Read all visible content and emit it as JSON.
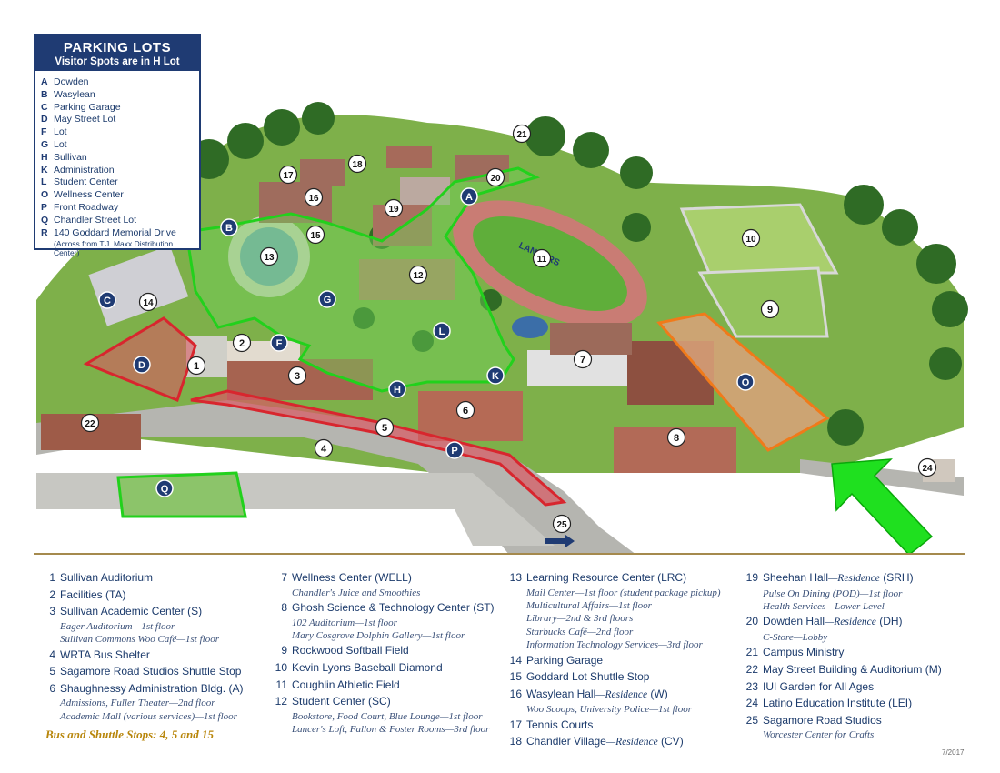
{
  "legend": {
    "title": "PARKING LOTS",
    "subtitle": "Visitor Spots are in H Lot",
    "lots": [
      {
        "letter": "A",
        "name": "Dowden"
      },
      {
        "letter": "B",
        "name": "Wasylean"
      },
      {
        "letter": "C",
        "name": "Parking Garage"
      },
      {
        "letter": "D",
        "name": "May Street Lot"
      },
      {
        "letter": "F",
        "name": "Lot"
      },
      {
        "letter": "G",
        "name": "Lot"
      },
      {
        "letter": "H",
        "name": "Sullivan"
      },
      {
        "letter": "K",
        "name": "Administration"
      },
      {
        "letter": "L",
        "name": "Student Center"
      },
      {
        "letter": "O",
        "name": "Wellness Center"
      },
      {
        "letter": "P",
        "name": "Front Roadway"
      },
      {
        "letter": "Q",
        "name": "Chandler Street Lot"
      },
      {
        "letter": "R",
        "name": "140 Goddard Memorial Drive",
        "note": "(Across from T.J. Maxx Distribution Center)"
      }
    ]
  },
  "map": {
    "field_label": "LANCERS",
    "building_markers": [
      "1",
      "2",
      "3",
      "4",
      "5",
      "6",
      "7",
      "8",
      "9",
      "10",
      "11",
      "12",
      "13",
      "14",
      "15",
      "16",
      "17",
      "18",
      "19",
      "20",
      "21",
      "22",
      "24",
      "25"
    ],
    "lot_markers": [
      "A",
      "B",
      "C",
      "D",
      "F",
      "G",
      "H",
      "K",
      "L",
      "O",
      "P",
      "Q"
    ],
    "colors": {
      "lot_green": "#22d11c",
      "lot_red": "#d8262e",
      "lot_orange": "#f07a1a",
      "marker_navy": "#1f3b73",
      "arrow_green": "#1fe01f",
      "grass": "#6fa53f",
      "road": "#b5b5b0"
    }
  },
  "directory": {
    "col1": [
      {
        "num": "1",
        "name": "Sullivan Auditorium"
      },
      {
        "num": "2",
        "name": "Facilities (TA)"
      },
      {
        "num": "3",
        "name": "Sullivan Academic Center (S)",
        "details": [
          "Eager Auditorium—1st floor",
          "Sullivan Commons Woo Café—1st floor"
        ]
      },
      {
        "num": "4",
        "name": "WRTA Bus Shelter"
      },
      {
        "num": "5",
        "name": "Sagamore Road Studios Shuttle Stop"
      },
      {
        "num": "6",
        "name": "Shaughnessy Administration Bldg. (A)",
        "details": [
          "Admissions, Fuller Theater—2nd floor",
          "Academic Mall (various services)—1st floor"
        ]
      }
    ],
    "col2": [
      {
        "num": "7",
        "name": "Wellness Center (WELL)",
        "details": [
          "Chandler's Juice and Smoothies"
        ]
      },
      {
        "num": "8",
        "name": "Ghosh Science & Technology Center (ST)",
        "details": [
          "102 Auditorium—1st floor",
          "Mary Cosgrove Dolphin Gallery—1st floor"
        ]
      },
      {
        "num": "9",
        "name": "Rockwood Softball Field"
      },
      {
        "num": "10",
        "name": "Kevin Lyons Baseball Diamond"
      },
      {
        "num": "11",
        "name": "Coughlin Athletic Field"
      },
      {
        "num": "12",
        "name": "Student Center (SC)",
        "details": [
          "Bookstore, Food Court, Blue Lounge—1st floor",
          "Lancer's Loft, Fallon & Foster Rooms—3rd floor"
        ]
      }
    ],
    "col3": [
      {
        "num": "13",
        "name": "Learning Resource Center (LRC)",
        "details": [
          "Mail Center—1st floor (student package pickup)",
          "Multicultural Affairs—1st floor",
          "Library—2nd & 3rd floors",
          "Starbucks Café—2nd floor",
          "Information Technology Services—3rd floor"
        ]
      },
      {
        "num": "14",
        "name": "Parking Garage"
      },
      {
        "num": "15",
        "name": "Goddard Lot Shuttle Stop"
      },
      {
        "num": "16",
        "name": "Wasylean Hall",
        "res": "—Residence",
        "code": " (W)",
        "details": [
          "Woo Scoops, University Police—1st floor"
        ]
      },
      {
        "num": "17",
        "name": "Tennis Courts"
      },
      {
        "num": "18",
        "name": "Chandler Village",
        "res": "—Residence",
        "code": " (CV)"
      }
    ],
    "col4": [
      {
        "num": "19",
        "name": "Sheehan Hall",
        "res": "—Residence",
        "code": " (SRH)",
        "details": [
          "Pulse On Dining (POD)—1st floor",
          "Health Services—Lower Level"
        ]
      },
      {
        "num": "20",
        "name": "Dowden Hall",
        "res": "—Residence",
        "code": " (DH)",
        "details": [
          "C-Store—Lobby"
        ]
      },
      {
        "num": "21",
        "name": "Campus Ministry"
      },
      {
        "num": "22",
        "name": "May Street Building & Auditorium (M)"
      },
      {
        "num": "23",
        "name": "IUI Garden for All Ages"
      },
      {
        "num": "24",
        "name": "Latino Education Institute (LEI)"
      },
      {
        "num": "25",
        "name": "Sagamore Road Studios",
        "details": [
          "Worcester Center for Crafts"
        ]
      }
    ]
  },
  "footer": {
    "shuttle_note": "Bus and Shuttle Stops: 4, 5 and 15",
    "date": "7/2017"
  }
}
